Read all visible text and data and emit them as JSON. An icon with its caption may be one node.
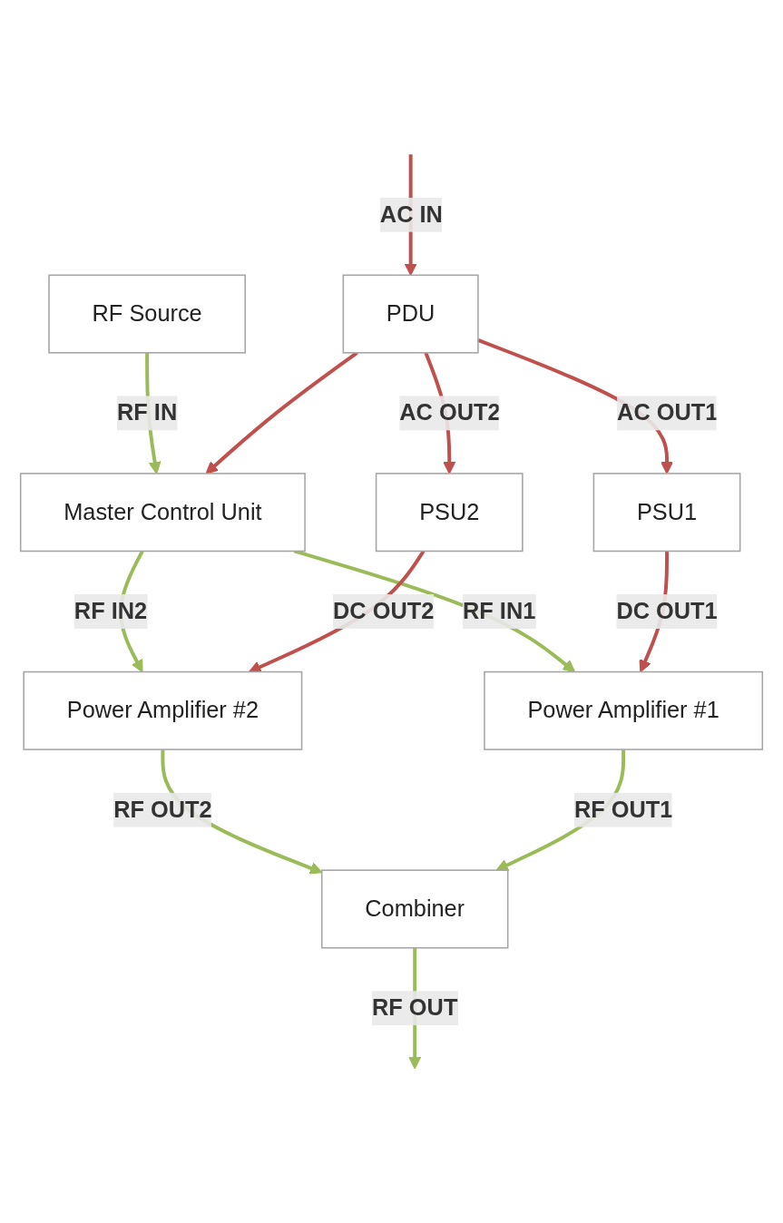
{
  "diagram": {
    "nodes": [
      {
        "text": [
          "RF Source"
        ]
      },
      {
        "text": [
          "Master Control Unit"
        ]
      },
      {
        "text": [
          "Power Amplifier #2"
        ]
      },
      {
        "text": [
          "PSU2"
        ]
      },
      {
        "text": [
          "PDU"
        ]
      },
      {
        "text": [
          "PSU1"
        ]
      },
      {
        "text": [
          "Power Amplifier #1"
        ]
      },
      {
        "text": [
          "Combiner"
        ]
      }
    ],
    "edges": [
      {
        "from": 0,
        "to": 1,
        "arrow": "to",
        "label": "RF IN",
        "color": "#9bbb59"
      },
      {
        "from": 1,
        "to": 2,
        "arrow": "to",
        "label": "RF IN2",
        "color": "#9bbb59"
      },
      {
        "from": 1,
        "to": 6,
        "arrow": "to",
        "label": "RF IN1",
        "color": "#9bbb59"
      },
      {
        "from": 4,
        "to": 1,
        "arrow": "to",
        "color": "#c0504d"
      },
      {
        "from": 4,
        "to": 3,
        "arrow": "to",
        "label": "AC OUT2",
        "color": "#c0504d"
      },
      {
        "from": 4,
        "to": 5,
        "arrow": "to",
        "label": "AC OUT1",
        "color": "#c0504d"
      },
      {
        "from": 3,
        "to": 2,
        "arrow": "to",
        "label": "DC OUT2",
        "color": "#c0504d"
      },
      {
        "from": 5,
        "to": 6,
        "arrow": "to",
        "label": "DC OUT1",
        "color": "#c0504d"
      },
      {
        "from": null,
        "to": 4,
        "arrow": "to",
        "label": "AC IN",
        "color": "#c0504d"
      },
      {
        "from": 2,
        "to": 7,
        "arrow": "to",
        "label": "RF OUT2",
        "color": "#9bbb59"
      },
      {
        "from": 6,
        "to": 7,
        "arrow": "to",
        "label": "RF OUT1",
        "color": "#9bbb59"
      },
      {
        "from": 7,
        "to": null,
        "arrow": "to",
        "label": "RF OUT",
        "color": "#9bbb59"
      }
    ]
  }
}
